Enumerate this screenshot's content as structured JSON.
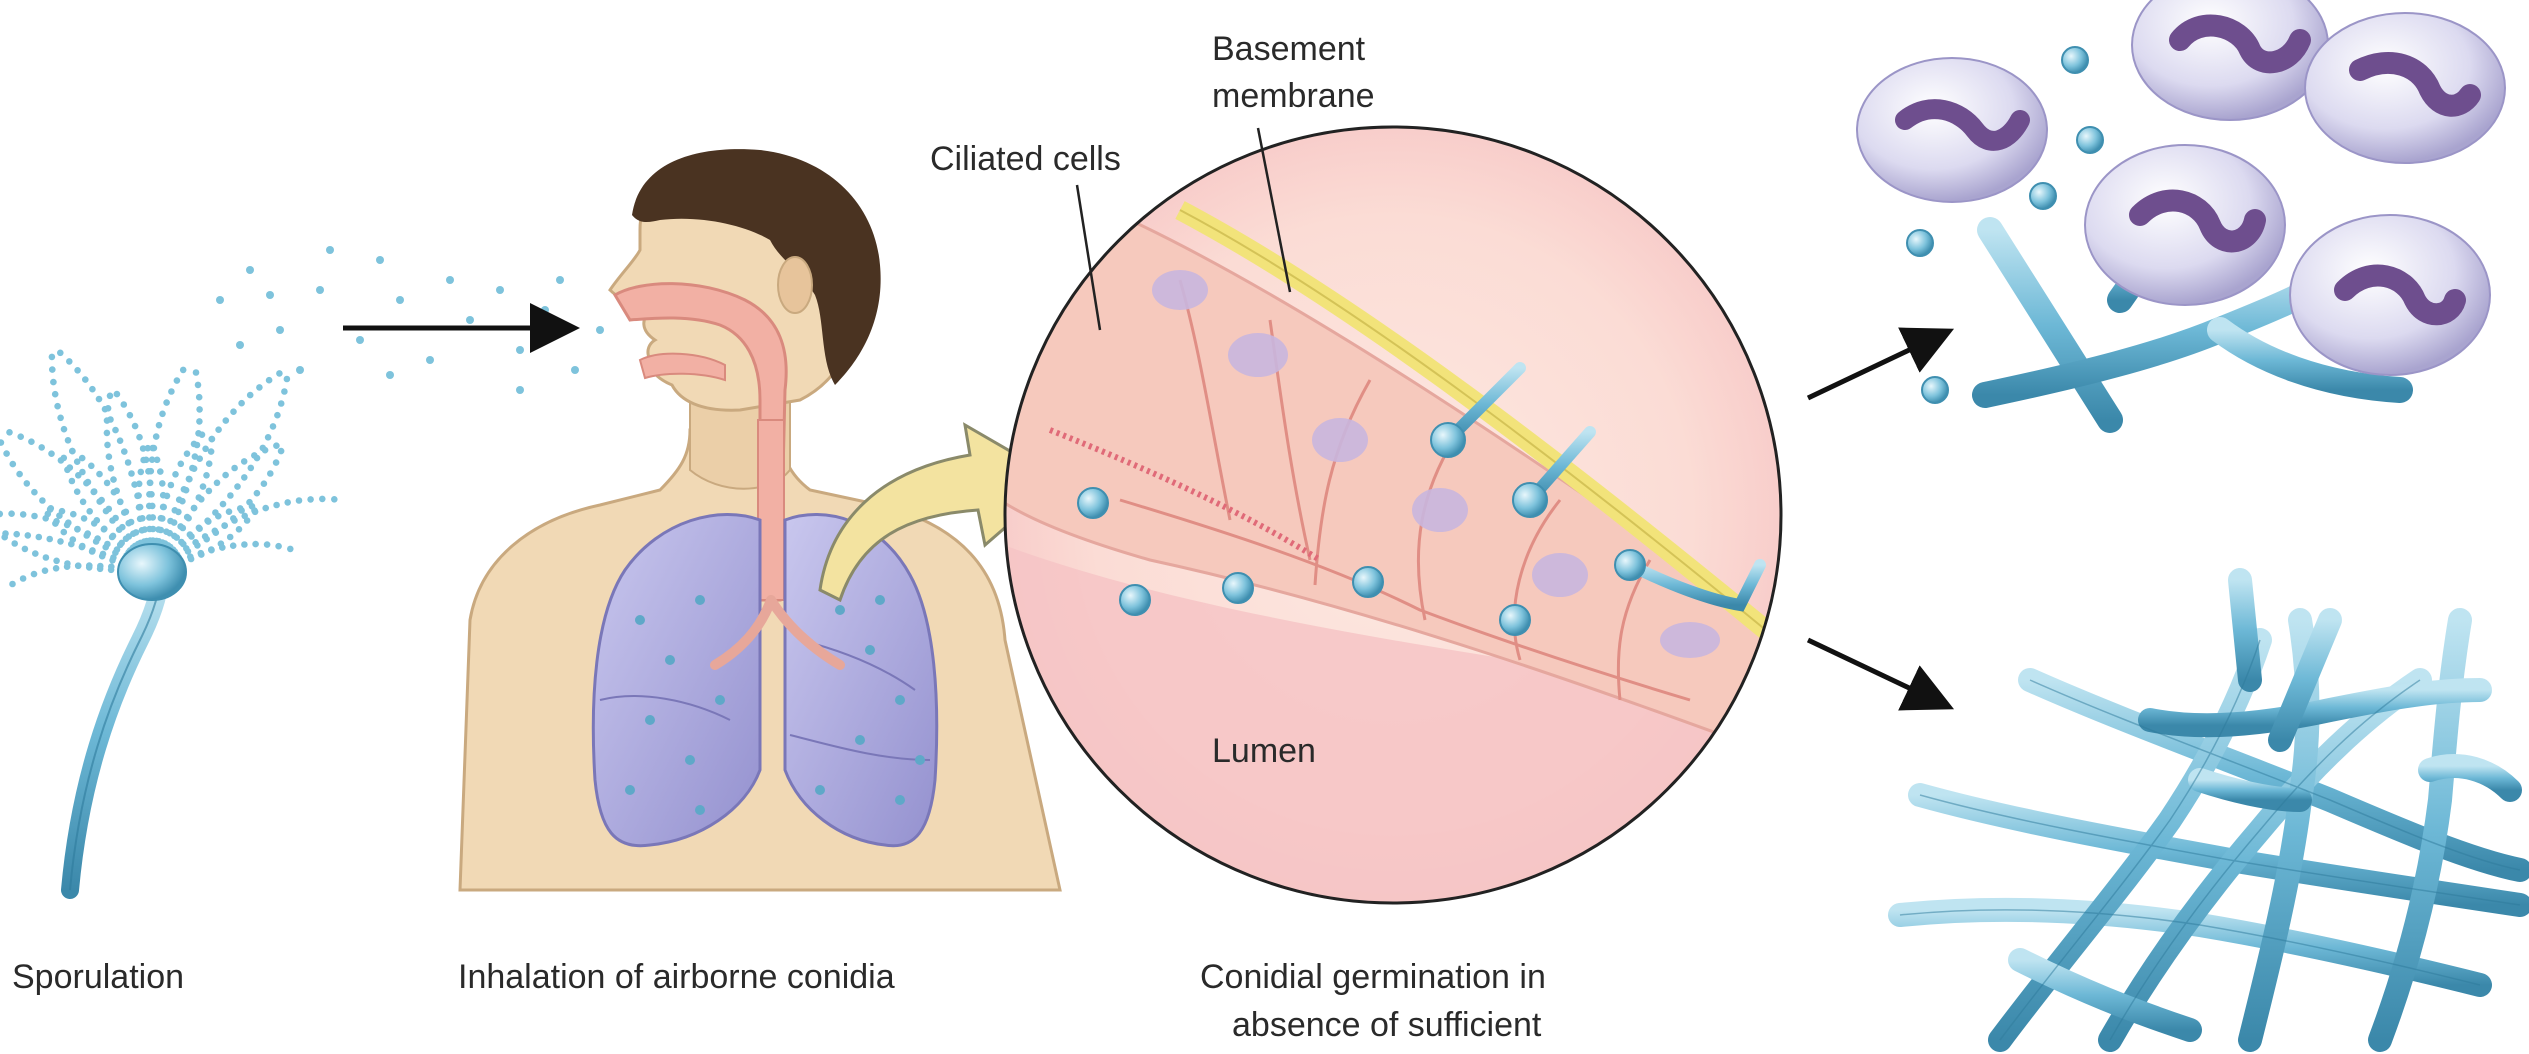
{
  "labels": {
    "basement_membrane_line1": "Basement",
    "basement_membrane_line2": "membrane",
    "ciliated_cells": "Ciliated cells",
    "lumen": "Lumen"
  },
  "captions": {
    "sporulation": "Sporulation",
    "inhalation": "Inhalation of airborne conidia",
    "germination_line1": "Conidial germination in",
    "germination_line2": "absence of sufficient"
  },
  "colors": {
    "spore_blue": "#7ec3dc",
    "hypha_blue": "#6db8d6",
    "skin": "#f1d9b5",
    "lung": "#a8a6da",
    "hair": "#4a3321",
    "epithelium": "#f6c9bd",
    "membrane": "#f2e37a",
    "lumen": "#f9d7d6",
    "arrow_yellow": "#f3e3a0",
    "neutrophil_body": "#dcdaf0",
    "neutrophil_nucleus": "#6e4e8e"
  }
}
